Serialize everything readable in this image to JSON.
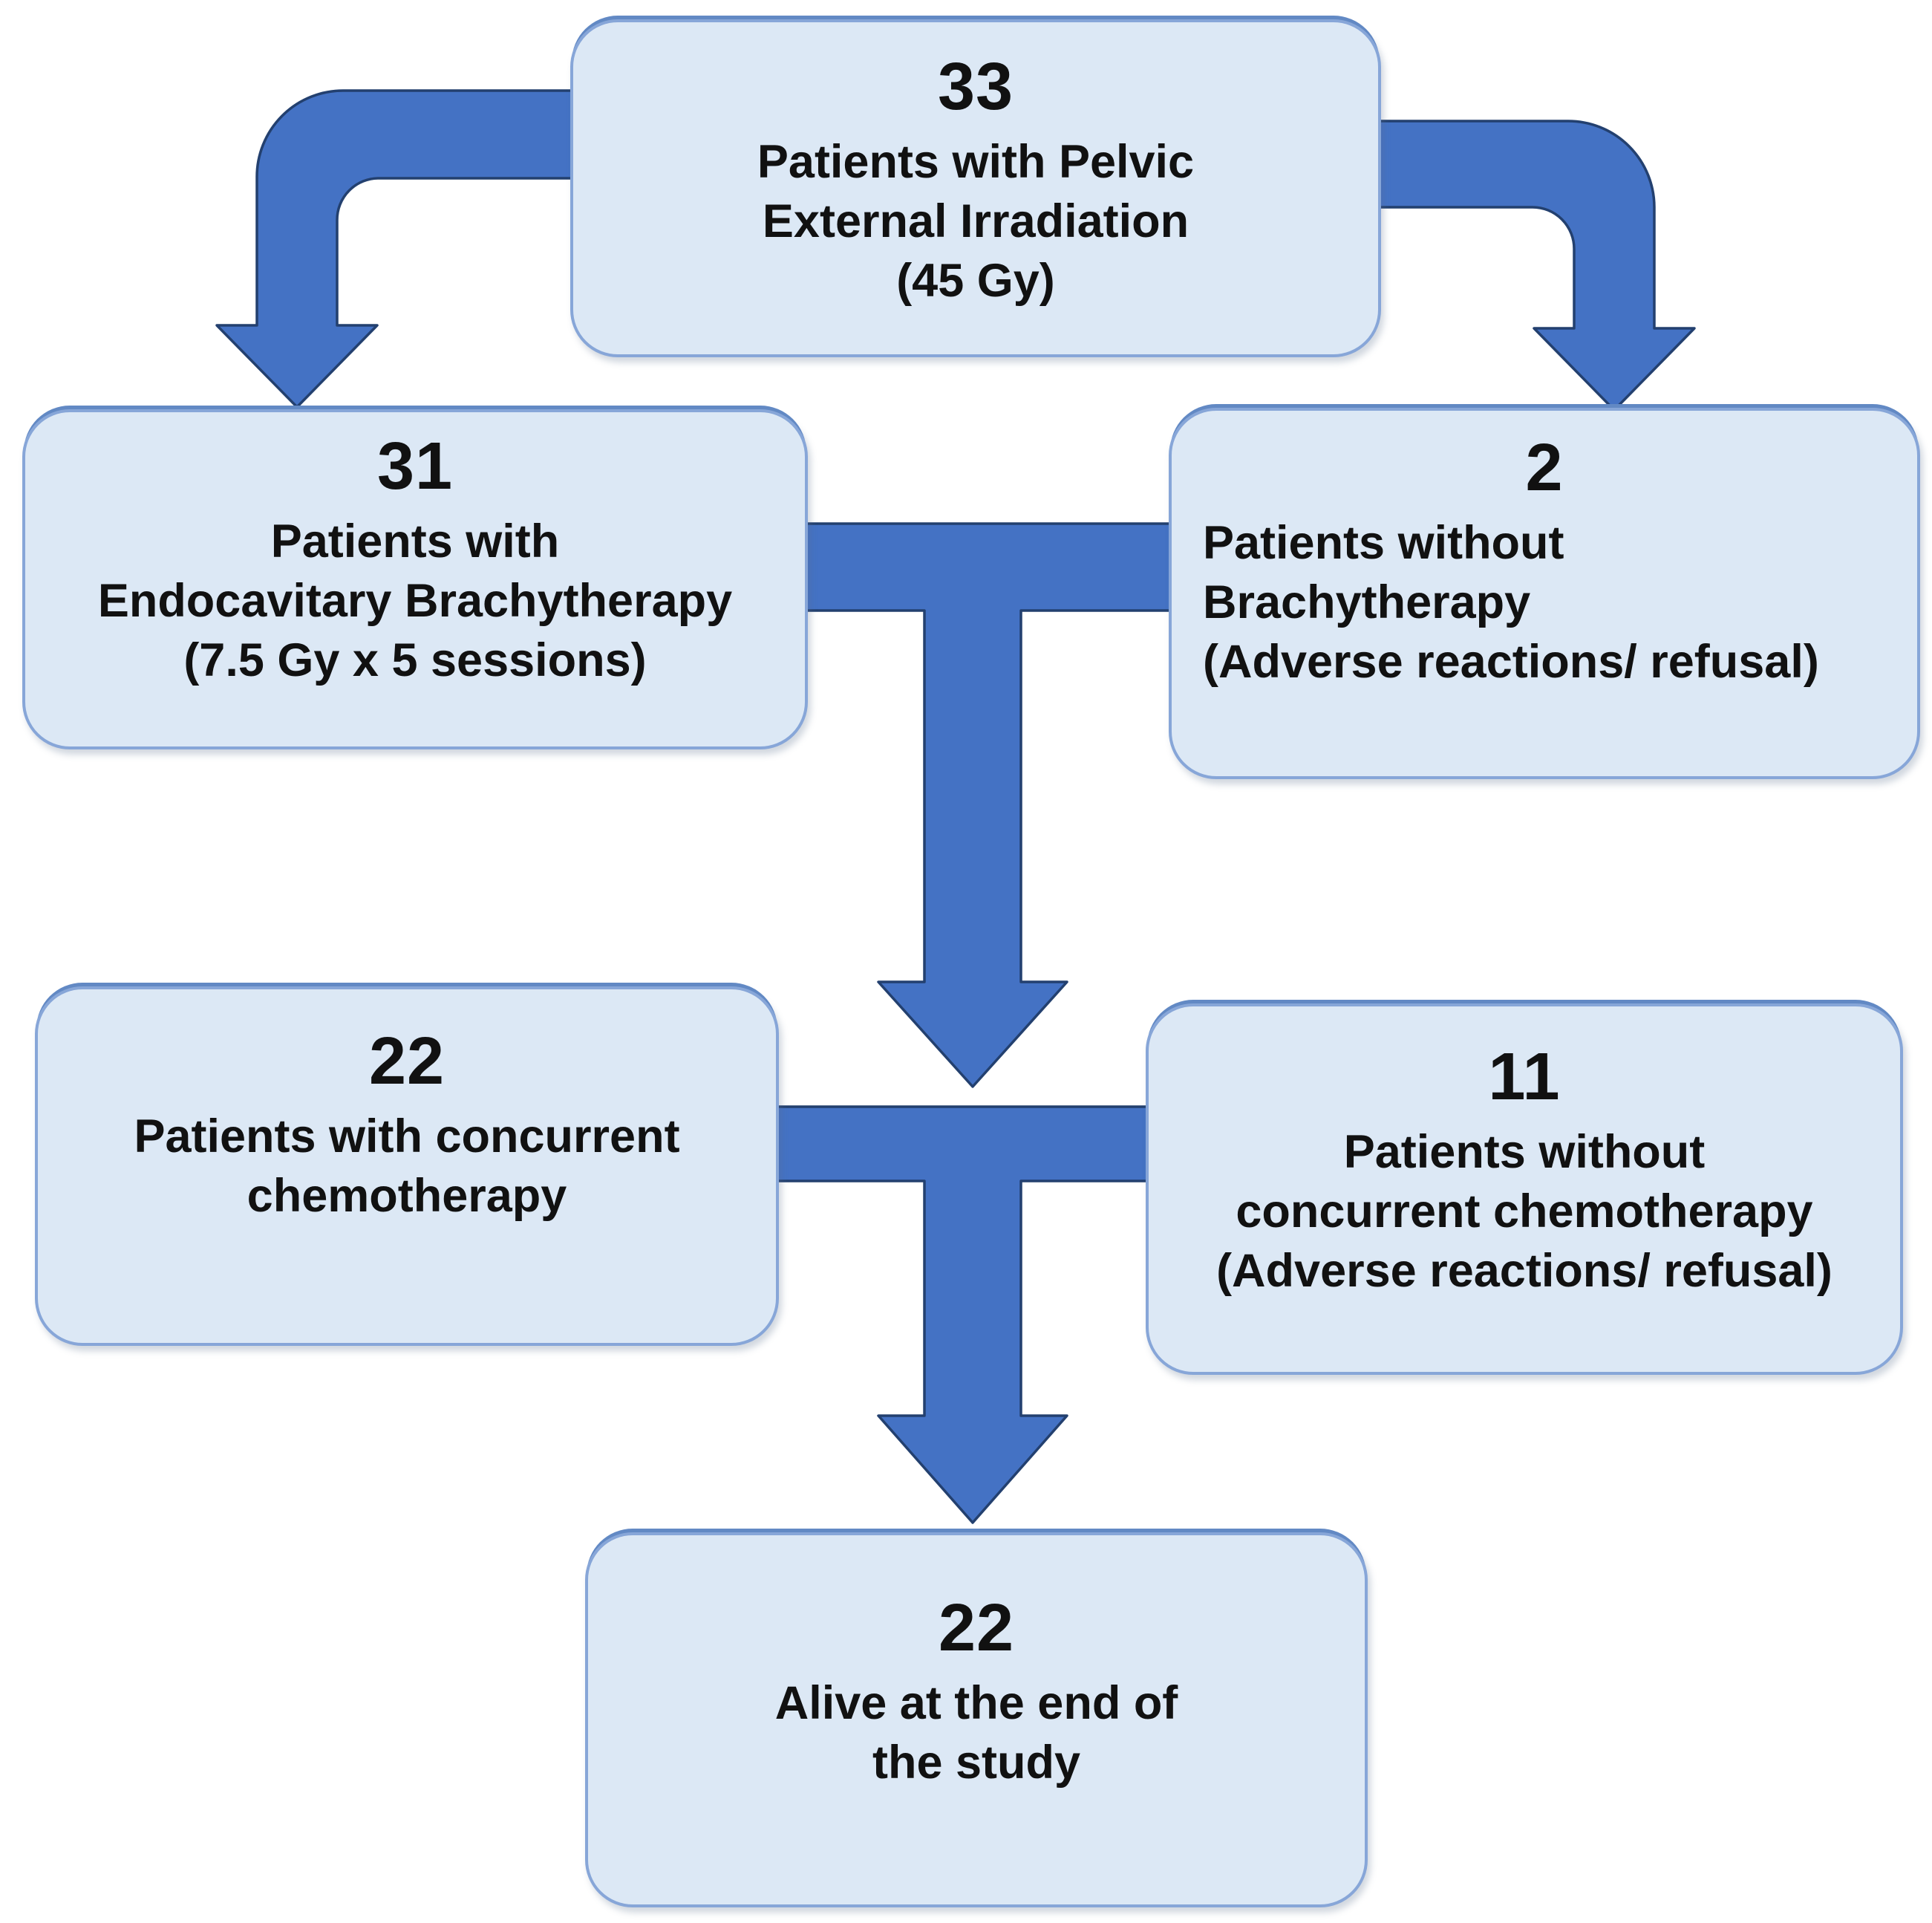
{
  "figure": {
    "kind": "patient-flowchart",
    "background": "#ffffff"
  },
  "colors": {
    "box_fill": "#dce8f5",
    "box_border": "#87a6d8",
    "box_top_shadow": "#6289c4",
    "arrow_fill": "#4472c4",
    "arrow_stroke": "#23406f",
    "text": "#111111"
  },
  "nodes": [
    {
      "id": "total",
      "number": "33",
      "lines": [
        "Patients with Pelvic",
        "External Irradiation",
        "(45 Gy)"
      ]
    },
    {
      "id": "brachy",
      "number": "31",
      "lines": [
        "Patients with",
        "Endocavitary Brachytherapy",
        "(7.5 Gy x 5 sessions)"
      ]
    },
    {
      "id": "no_brachy",
      "number": "2",
      "lines": [
        "Patients without",
        "Brachytherapy",
        "(Adverse reactions/ refusal)"
      ]
    },
    {
      "id": "chemo",
      "number": "22",
      "lines": [
        "Patients with concurrent",
        "chemotherapy"
      ]
    },
    {
      "id": "no_chemo",
      "number": "11",
      "lines": [
        "Patients without",
        "concurrent chemotherapy",
        "(Adverse reactions/ refusal)"
      ]
    },
    {
      "id": "alive",
      "number": "22",
      "lines": [
        "Alive at the end of",
        "the study"
      ]
    }
  ],
  "edges": [
    {
      "from": "total",
      "to": "brachy"
    },
    {
      "from": "total",
      "to": "no_brachy"
    },
    {
      "from": "brachy",
      "to": "chemo"
    },
    {
      "from": "brachy",
      "to": "no_chemo"
    },
    {
      "from": "chemo",
      "to": "alive"
    }
  ]
}
